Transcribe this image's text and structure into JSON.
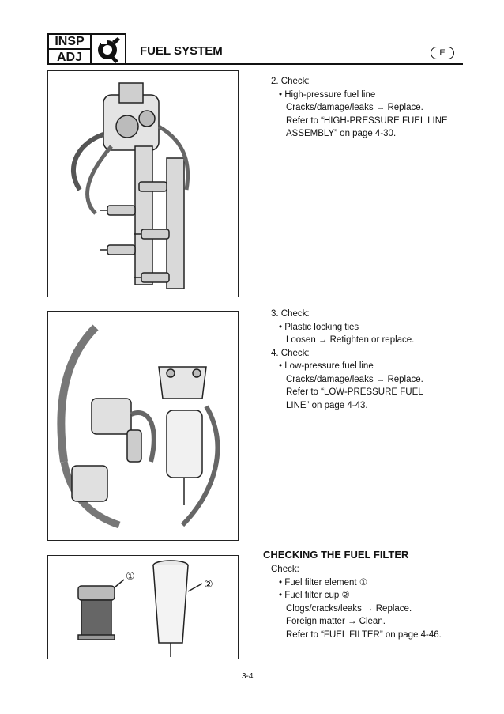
{
  "header": {
    "insp": "INSP",
    "adj": "ADJ",
    "title": "FUEL SYSTEM",
    "lang": "E"
  },
  "block1": {
    "step": "2. Check:",
    "bullet": "• High-pressure fuel line",
    "l1": "Cracks/damage/leaks → Replace.",
    "l2": "Refer to “HIGH-PRESSURE FUEL LINE",
    "l3": "ASSEMBLY” on page 4-30."
  },
  "block2": {
    "step3": "3. Check:",
    "bullet3": "• Plastic locking ties",
    "l3a": "Loosen → Retighten or replace.",
    "step4": "4. Check:",
    "bullet4": "• Low-pressure fuel line",
    "l4a": "Cracks/damage/leaks → Replace.",
    "refer_words": [
      "Refer",
      "to",
      "“LOW-PRESSURE",
      "FUEL"
    ],
    "l4c": "LINE” on page 4-43."
  },
  "section": {
    "title": "CHECKING THE FUEL FILTER",
    "check": "Check:",
    "b1": "• Fuel filter element ①",
    "b2": "• Fuel filter cup ②",
    "l1": "Clogs/cracks/leaks → Replace.",
    "l2": "Foreign matter → Clean.",
    "l3": "Refer to “FUEL FILTER” on page 4-46."
  },
  "figure3": {
    "callout1": "①",
    "callout2": "②"
  },
  "footer": {
    "page": "3-4"
  }
}
